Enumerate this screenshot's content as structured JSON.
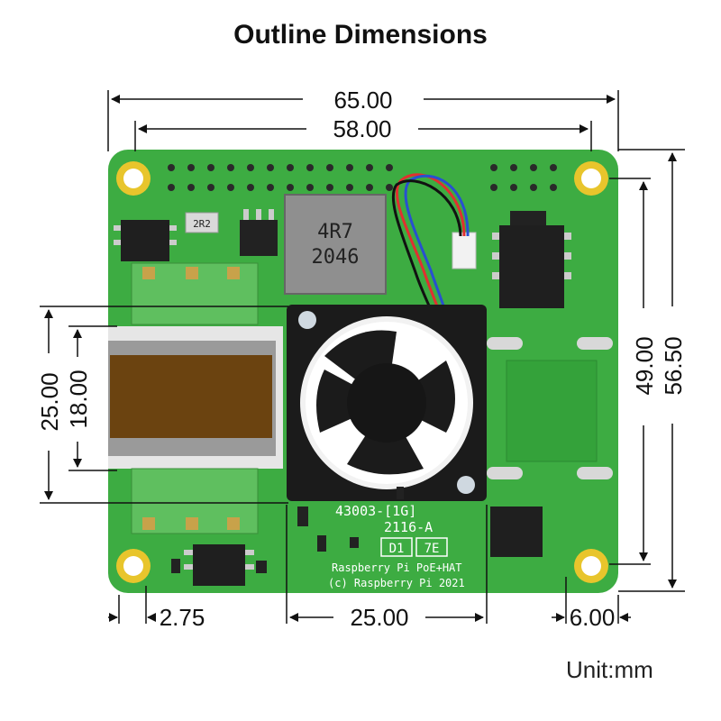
{
  "title": "Outline Dimensions",
  "unit_label": "Unit:mm",
  "dimensions": {
    "width_total": "65.00",
    "hole_spacing_x": "58.00",
    "height_total": "56.50",
    "hole_spacing_y": "49.00",
    "transformer_outer": "25.00",
    "transformer_inner": "18.00",
    "left_margin": "2.75",
    "fan_width": "25.00",
    "right_margin": "6.00"
  },
  "board_labels": {
    "part_number": "43003-[1G]",
    "date_code": "2116-A",
    "code_box_1": "D1",
    "code_box_2": "7E",
    "product_name": "Raspberry Pi PoE+HAT",
    "copyright": "(c) Raspberry Pi 2021",
    "inductor_line1": "4R7",
    "inductor_line2": "2046",
    "small_inductor": "2R2"
  },
  "colors": {
    "pcb": "#3dac42",
    "pcb_dark": "#2f8f36",
    "hole_ring": "#e8c52c",
    "silkscreen": "#ffffff",
    "dimension_line": "#111111"
  }
}
